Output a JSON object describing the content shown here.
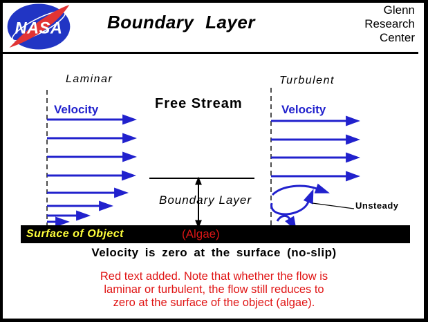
{
  "colors": {
    "arrow_blue": "#2121cd",
    "note_red": "#e01414",
    "algae_red": "#d81515",
    "surface_yellow": "#ffff3c",
    "nasa_blue": "#2135c4",
    "nasa_red": "#e23434"
  },
  "header": {
    "logo_text": "NASA",
    "title": "Boundary Layer",
    "org_line1": "Glenn",
    "org_line2": "Research",
    "org_line3": "Center"
  },
  "diagram": {
    "laminar_label": "Laminar",
    "turbulent_label": "Turbulent",
    "velocity_left_label": "Velocity",
    "velocity_right_label": "Velocity",
    "free_stream_label": "Free Stream",
    "boundary_layer_label": "Boundary Layer",
    "unsteady_label": "Unsteady",
    "surface_label": "Surface of Object",
    "algae_label": "(Algae)",
    "noslip_caption": "Velocity is zero at the surface (no-slip)"
  },
  "note": {
    "line1": "Red text added. Note that whether the flow is",
    "line2": "laminar or turbulent, the flow still reduces to",
    "line3": "zero at the surface of the object (algae)."
  }
}
